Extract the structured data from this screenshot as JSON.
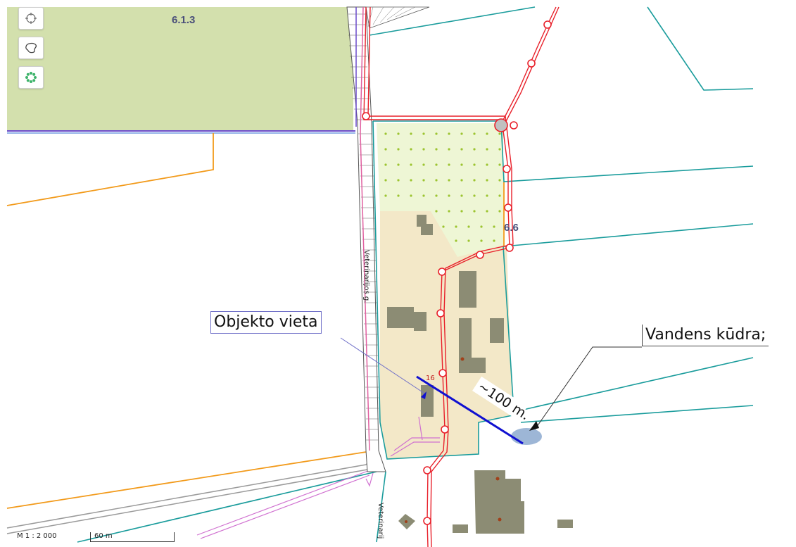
{
  "map": {
    "zones": [
      {
        "id": "zone-613",
        "label": "6.1.3"
      },
      {
        "id": "zone-66",
        "label": "6.6"
      }
    ],
    "streets": [
      "Veterinarijos g.",
      "Veterinarij"
    ],
    "plot_number": "16",
    "labels": {
      "object": "Objekto vieta",
      "water": "Vandens kūdra;",
      "distance": "~100 m."
    },
    "scale": {
      "ratio": "M 1 : 2 000",
      "bar": "60 m"
    },
    "colors": {
      "green_zone": "#d3e0ad",
      "yard": "#f3e8c8",
      "orchard": "#eef6d5",
      "building": "#8c8c74",
      "pipeline": "#e8202a",
      "boundary": "#1a9c9c",
      "orange_line": "#f29a1a",
      "purple_line": "#6a4acb",
      "distance_arrow": "#1010d0",
      "pond": "#9db6d6"
    }
  },
  "toolbar": {
    "buttons": [
      {
        "name": "locate-button",
        "icon": "crosshair-icon"
      },
      {
        "name": "draw-polygon-button",
        "icon": "polygon-lasso-icon"
      },
      {
        "name": "layers-button",
        "icon": "green-wheel-icon"
      }
    ]
  }
}
